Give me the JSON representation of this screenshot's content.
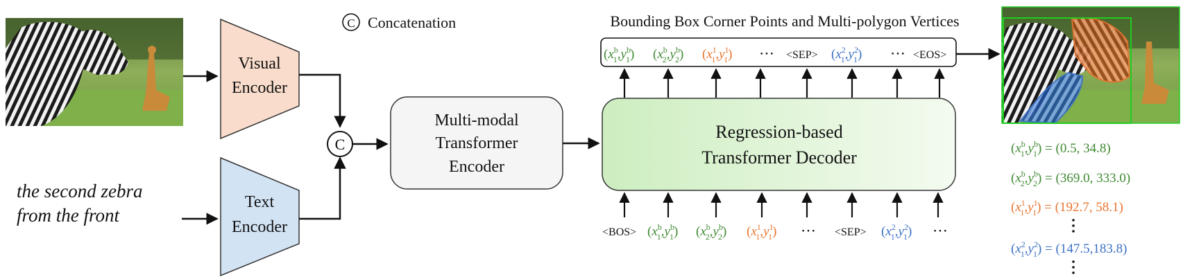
{
  "input_text": {
    "line1": "the second zebra",
    "line2": "from the front"
  },
  "legend": {
    "symbol": "C",
    "label": "Concatenation"
  },
  "visual_encoder": {
    "line1": "Visual",
    "line2": "Encoder"
  },
  "text_encoder": {
    "line1": "Text",
    "line2": "Encoder"
  },
  "concat_symbol": "C",
  "mm_encoder": {
    "line1": "Multi-modal",
    "line2": "Transformer",
    "line3": "Encoder"
  },
  "decoder": {
    "line1": "Regression-based",
    "line2": "Transformer Decoder"
  },
  "output_title": "Bounding Box Corner Points and Multi-polygon Vertices",
  "output_tokens": {
    "sep": "<SEP>",
    "eos": "<EOS>",
    "ellipsis": "⋯"
  },
  "input_tokens": {
    "bos": "<BOS>",
    "sep": "<SEP>",
    "ellipsis": "⋯"
  },
  "coords": {
    "c1": {
      "lhs_x": "x",
      "sub": "1",
      "sup": "b",
      "lhs_y": "y",
      "rhs": "= (0.5, 34.8)"
    },
    "c2": {
      "lhs_x": "x",
      "sub": "2",
      "sup": "b",
      "lhs_y": "y",
      "rhs": "= (369.0, 333.0)"
    },
    "c3": {
      "lhs_x": "x",
      "sub": "1",
      "sup": "1",
      "lhs_y": "y",
      "rhs": "= (192.7, 58.1)"
    },
    "c4": {
      "lhs_x": "x",
      "sub": "1",
      "sup": "2",
      "lhs_y": "y",
      "rhs": "= (147.5,183.8)"
    }
  },
  "colors": {
    "box_green": "#3f8a32",
    "polygon_orange": "#e8742e",
    "polygon_blue": "#3a6fc4",
    "visual_encoder_fill": "#f9dccb",
    "text_encoder_fill": "#d2e3f4",
    "decoder_fill_start": "#cfeec3",
    "decoder_fill_end": "#f3fbef",
    "mm_fill": "#f5f5f5"
  }
}
